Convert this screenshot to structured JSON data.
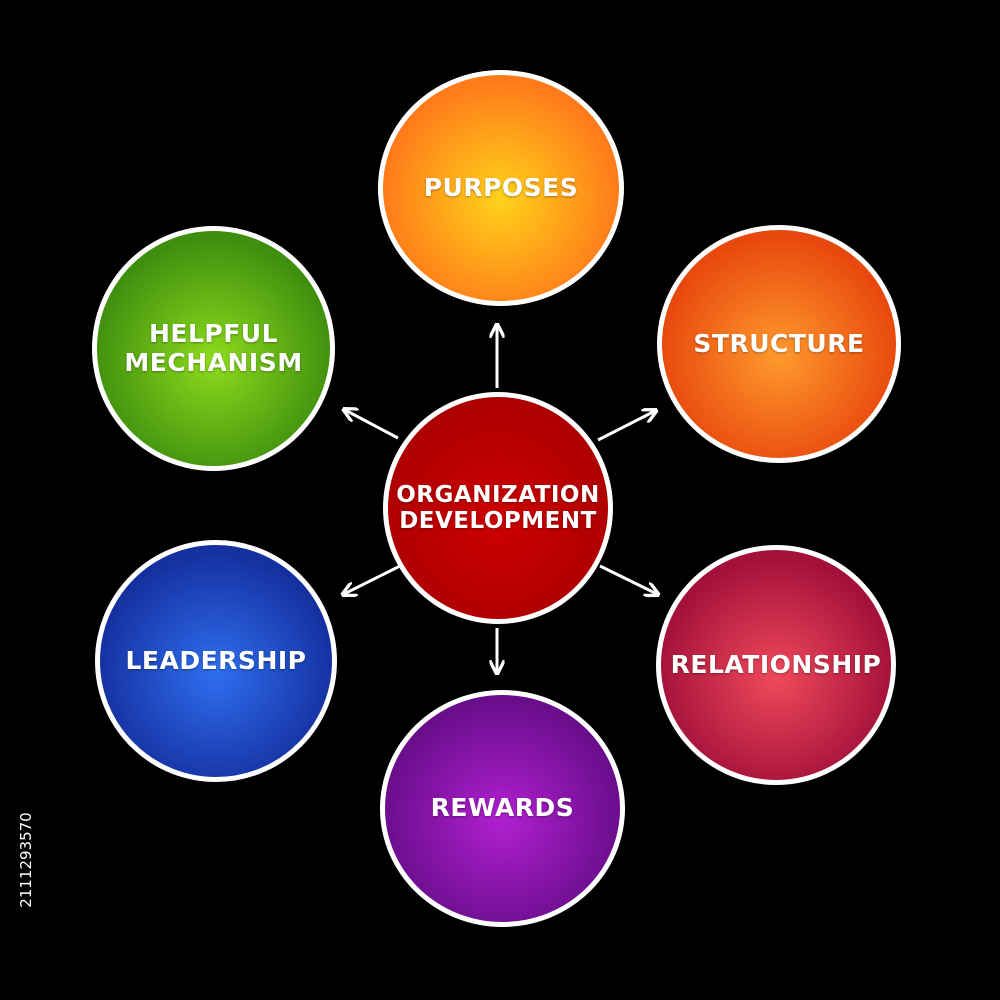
{
  "diagram": {
    "center": {
      "label_line1": "ORGANIZATION",
      "label_line2": "DEVELOPMENT",
      "color": "#cc0000"
    },
    "nodes": [
      {
        "id": "purposes",
        "label_line1": "PURPOSES",
        "label_line2": "",
        "color": "#ff7a1a",
        "highlight": "#ffd21a"
      },
      {
        "id": "structure",
        "label_line1": "STRUCTURE",
        "label_line2": "",
        "color": "#e8480d",
        "highlight": "#ff9a2e"
      },
      {
        "id": "relationship",
        "label_line1": "RELATIONSHIP",
        "label_line2": "",
        "color": "#a3103a",
        "highlight": "#f04a5a"
      },
      {
        "id": "rewards",
        "label_line1": "REWARDS",
        "label_line2": "",
        "color": "#6a0d8c",
        "highlight": "#b020d0"
      },
      {
        "id": "leadership",
        "label_line1": "LEADERSHIP",
        "label_line2": "",
        "color": "#1530a0",
        "highlight": "#2f6ff0"
      },
      {
        "id": "helpful",
        "label_line1": "HELPFUL",
        "label_line2": "MECHANISM",
        "color": "#3f8f0f",
        "highlight": "#8edb1c"
      }
    ],
    "arrow_color": "#ffffff"
  },
  "watermark": {
    "stock_id": "2111293570"
  }
}
